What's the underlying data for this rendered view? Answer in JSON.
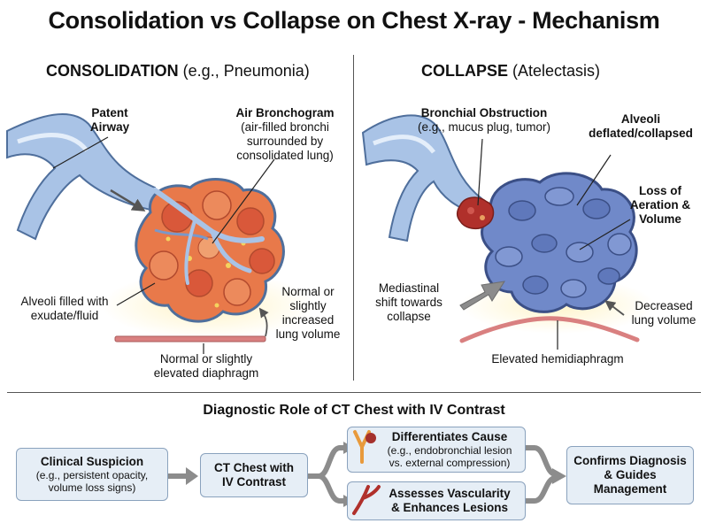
{
  "title": "Consolidation vs Collapse on Chest X-ray - Mechanism",
  "consolidation": {
    "heading_bold": "CONSOLIDATION",
    "heading_rest": " (e.g., Pneumonia)",
    "patent_airway": [
      "Patent",
      "Airway"
    ],
    "air_bronchogram_title": "Air Bronchogram",
    "air_bronchogram_desc": [
      "(air-filled bronchi",
      "surrounded by",
      "consolidated lung)"
    ],
    "alveoli_filled": [
      "Alveoli filled with",
      "exudate/fluid"
    ],
    "normal_volume": [
      "Normal or",
      "slightly",
      "increased",
      "lung volume"
    ],
    "diaphragm": [
      "Normal or slightly",
      "elevated diaphragm"
    ]
  },
  "collapse": {
    "heading_bold": "COLLAPSE",
    "heading_rest": " (Atelectasis)",
    "obstruction_title": "Bronchial Obstruction",
    "obstruction_desc": "(e.g., mucus plug, tumor)",
    "alveoli_deflated": [
      "Alveoli",
      "deflated/collapsed"
    ],
    "loss_aeration": [
      "Loss of",
      "Aeration &",
      "Volume"
    ],
    "mediastinal_shift": [
      "Mediastinal",
      "shift towards",
      "collapse"
    ],
    "decreased_volume": [
      "Decreased",
      "lung volume"
    ],
    "diaphragm": "Elevated hemidiaphragm"
  },
  "ct": {
    "heading": "Diagnostic Role of CT Chest with IV Contrast",
    "clinical_title": "Clinical Suspicion",
    "clinical_desc": [
      "(e.g., persistent opacity,",
      "volume loss signs)"
    ],
    "ct_box": [
      "CT Chest with",
      "IV Contrast"
    ],
    "cause_title": "Differentiates Cause",
    "cause_desc": [
      "(e.g., endobronchial lesion",
      "vs. external compression)"
    ],
    "vascular_title": [
      "Assesses Vascularity",
      "& Enhances Lesions"
    ],
    "confirm": [
      "Confirms Diagnosis",
      "& Guides",
      "Management"
    ]
  },
  "colors": {
    "airway": "#a9c3e6",
    "airway_stroke": "#4f6f9c",
    "consolidation": "#e8794a",
    "collapse": "#6f86c6",
    "obstruction": "#b0302b",
    "diaphragm": "#d98080",
    "box_fill": "#e6eef6",
    "box_stroke": "#8aa2bd",
    "arrow": "#8c8c8c"
  }
}
